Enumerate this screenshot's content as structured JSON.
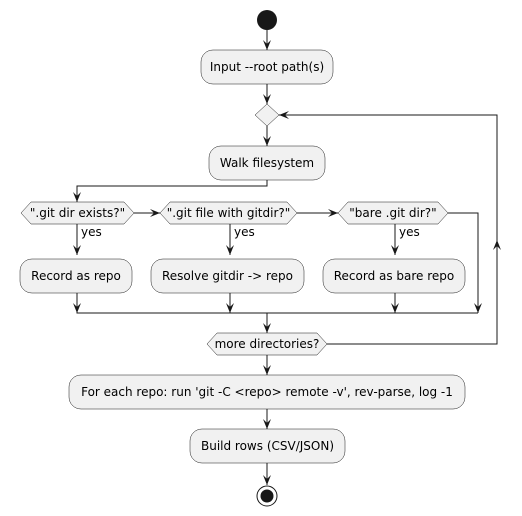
{
  "diagram": {
    "nodes": {
      "input_root": "Input --root path(s)",
      "walk_fs": "Walk filesystem",
      "git_dir_exists": "\".git dir exists?\"",
      "git_file_gitdir": "\".git file with gitdir?\"",
      "bare_git_dir": "\"bare .git dir?\"",
      "record_repo": "Record as repo",
      "resolve_gitdir": "Resolve gitdir -> repo",
      "record_bare": "Record as bare repo",
      "more_dirs": "more directories?",
      "for_each_repo": "For each repo: run 'git -C <repo> remote -v', rev-parse, log -1",
      "build_rows": "Build rows (CSV/JSON)"
    },
    "branch_labels": {
      "yes1": "yes",
      "yes2": "yes",
      "yes3": "yes"
    },
    "colors": {
      "node_fill": "#f1f1f1",
      "stroke": "#181818"
    }
  }
}
